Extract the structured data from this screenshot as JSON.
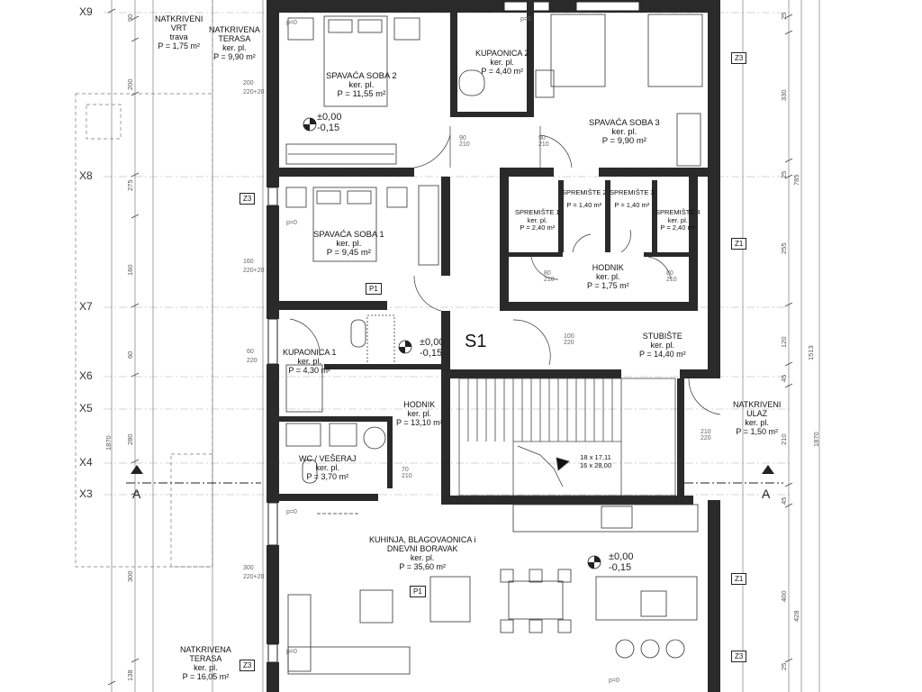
{
  "axes": [
    "X9",
    "X8",
    "X7",
    "X6",
    "X5",
    "X4",
    "X3"
  ],
  "section_marker": "A",
  "stair_label": "S1",
  "tags": {
    "z1": "Z1",
    "z3": "Z3",
    "p1": "P1"
  },
  "elevations": {
    "top": "±0,00",
    "bottom": "-0,15",
    "p0": "p=0"
  },
  "rooms": {
    "vrt": {
      "l1": "NATKRIVENI",
      "l2": "VRT",
      "l3": "trava",
      "area": "P = 1,75 m²"
    },
    "terasa_top": {
      "l1": "NATKRIVENA",
      "l2": "TERASA",
      "l3": "ker. pl.",
      "area": "P = 9,90 m²"
    },
    "soba2": {
      "name": "SPAVAĆA SOBA 2",
      "floor": "ker. pl.",
      "area": "P = 11,55 m²"
    },
    "kup2": {
      "name": "KUPAONICA 2",
      "floor": "ker. pl.",
      "area": "P = 4,40 m²"
    },
    "soba3": {
      "name": "SPAVAĆA SOBA 3",
      "floor": "ker. pl.",
      "area": "P = 9,90 m²"
    },
    "soba1": {
      "name": "SPAVAĆA SOBA 1",
      "floor": "ker. pl.",
      "area": "P = 9,45 m²"
    },
    "sprem1": {
      "name": "SPREMIŠTE 1",
      "floor": "ker. pl.",
      "area": "P = 2,40 m²"
    },
    "sprem2": {
      "name": "SPREMIŠTE 2",
      "area": "P = 1,40 m²"
    },
    "sprem3": {
      "name": "SPREMIŠTE 3",
      "area": "P = 1,40 m²"
    },
    "sprem4": {
      "name": "SPREMIŠTE 4",
      "floor": "ker. pl.",
      "area": "P = 2,40 m²"
    },
    "hodnik_small": {
      "name": "HODNIK",
      "floor": "ker. pl.",
      "area": "P = 1,75 m²"
    },
    "kup1": {
      "name": "KUPAONICA 1",
      "floor": "ker. pl.",
      "area": "P = 4,30 m²"
    },
    "stubiste": {
      "name": "STUBIŠTE",
      "floor": "ker. pl.",
      "area": "P = 14,40 m²"
    },
    "hodnik": {
      "name": "HODNIK",
      "floor": "ker. pl.",
      "area": "P = 13,10 m²"
    },
    "ulaz": {
      "l1": "NATKRIVENI",
      "l2": "ULAZ",
      "l3": "ker. pl.",
      "area": "P = 1,50 m²"
    },
    "wc": {
      "name": "WC / VEŠERAJ",
      "floor": "ker. pl.",
      "area": "P = 3,70 m²"
    },
    "kuhinja": {
      "l1": "KUHINJA, BLAGOVAONICA i",
      "l2": "DNEVNI BORAVAK",
      "floor": "ker. pl.",
      "area": "P = 35,60 m²"
    },
    "terasa_bot": {
      "l1": "NATKRIVENA",
      "l2": "TERASA",
      "l3": "ker. pl.",
      "area": "P = 16,05 m²"
    }
  },
  "stair_dims": {
    "l1": "18 x 17,11",
    "l2": "16 x 28,00"
  },
  "door_dims": {
    "d90_210": [
      "90",
      "210"
    ],
    "d80_210": [
      "80",
      "210"
    ],
    "d100_220": [
      "100",
      "220"
    ],
    "d70_210": [
      "70",
      "210"
    ],
    "d210_220": [
      "210",
      "220"
    ]
  },
  "left_dims": {
    "top": [
      "90",
      "200",
      "220+20"
    ],
    "mid": [
      "160",
      "220+20"
    ],
    "low": [
      "60",
      "220"
    ],
    "bot": [
      "300",
      "220+20"
    ]
  },
  "left_chain": [
    "90",
    "200",
    "275",
    "160",
    "60",
    "280",
    "300",
    "138",
    "1870"
  ],
  "right_chain": [
    "25",
    "330",
    "25",
    "255",
    "120",
    "45",
    "210",
    "45",
    "400",
    "25",
    "428",
    "785",
    "1513",
    "1870"
  ]
}
